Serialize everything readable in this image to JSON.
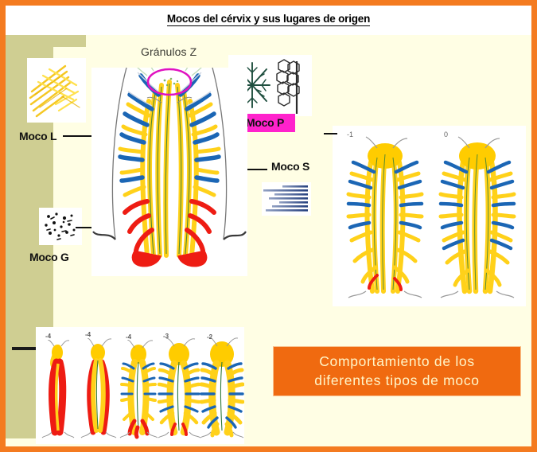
{
  "slide": {
    "title": "Mocos del cérvix y sus lugares de origen",
    "border_color": "#F47B20",
    "background_color": "#FFFEE4",
    "sidebar_color": "#CFCE92"
  },
  "labels": {
    "granulos_z": "Gránulos Z",
    "moco_l": "Moco L",
    "moco_p": "Moco P",
    "moco_s": "Moco S",
    "moco_g": "Moco G",
    "moco_p_background": "#FF22CC"
  },
  "caption": {
    "line1": "Comportamiento de los",
    "line2": "diferentes tipos de moco",
    "background": "#F06A10",
    "text_color": "#FFF6C9"
  },
  "right_panels": [
    {
      "number": "-1"
    },
    {
      "number": "0"
    }
  ],
  "bottom_panels": [
    {
      "number": "-4"
    },
    {
      "number": "-4"
    },
    {
      "number": "-4"
    },
    {
      "number": "-3"
    },
    {
      "number": "-2"
    }
  ],
  "icons": {
    "fern": "fern-crystal-icon",
    "granules": "granule-dots-icon",
    "crystal": "snowflake-crystal-icon",
    "honeycomb": "honeycomb-chain-icon",
    "strands": "parallel-strands-icon"
  },
  "diagram_colors": {
    "mucus_s_yellow": "#FFD11A",
    "mucus_l_blue": "#1B66B5",
    "mucus_g_red": "#EE1C13",
    "crypt_outline": "#6f6f6f",
    "granule_highlight": "#E012C0"
  }
}
